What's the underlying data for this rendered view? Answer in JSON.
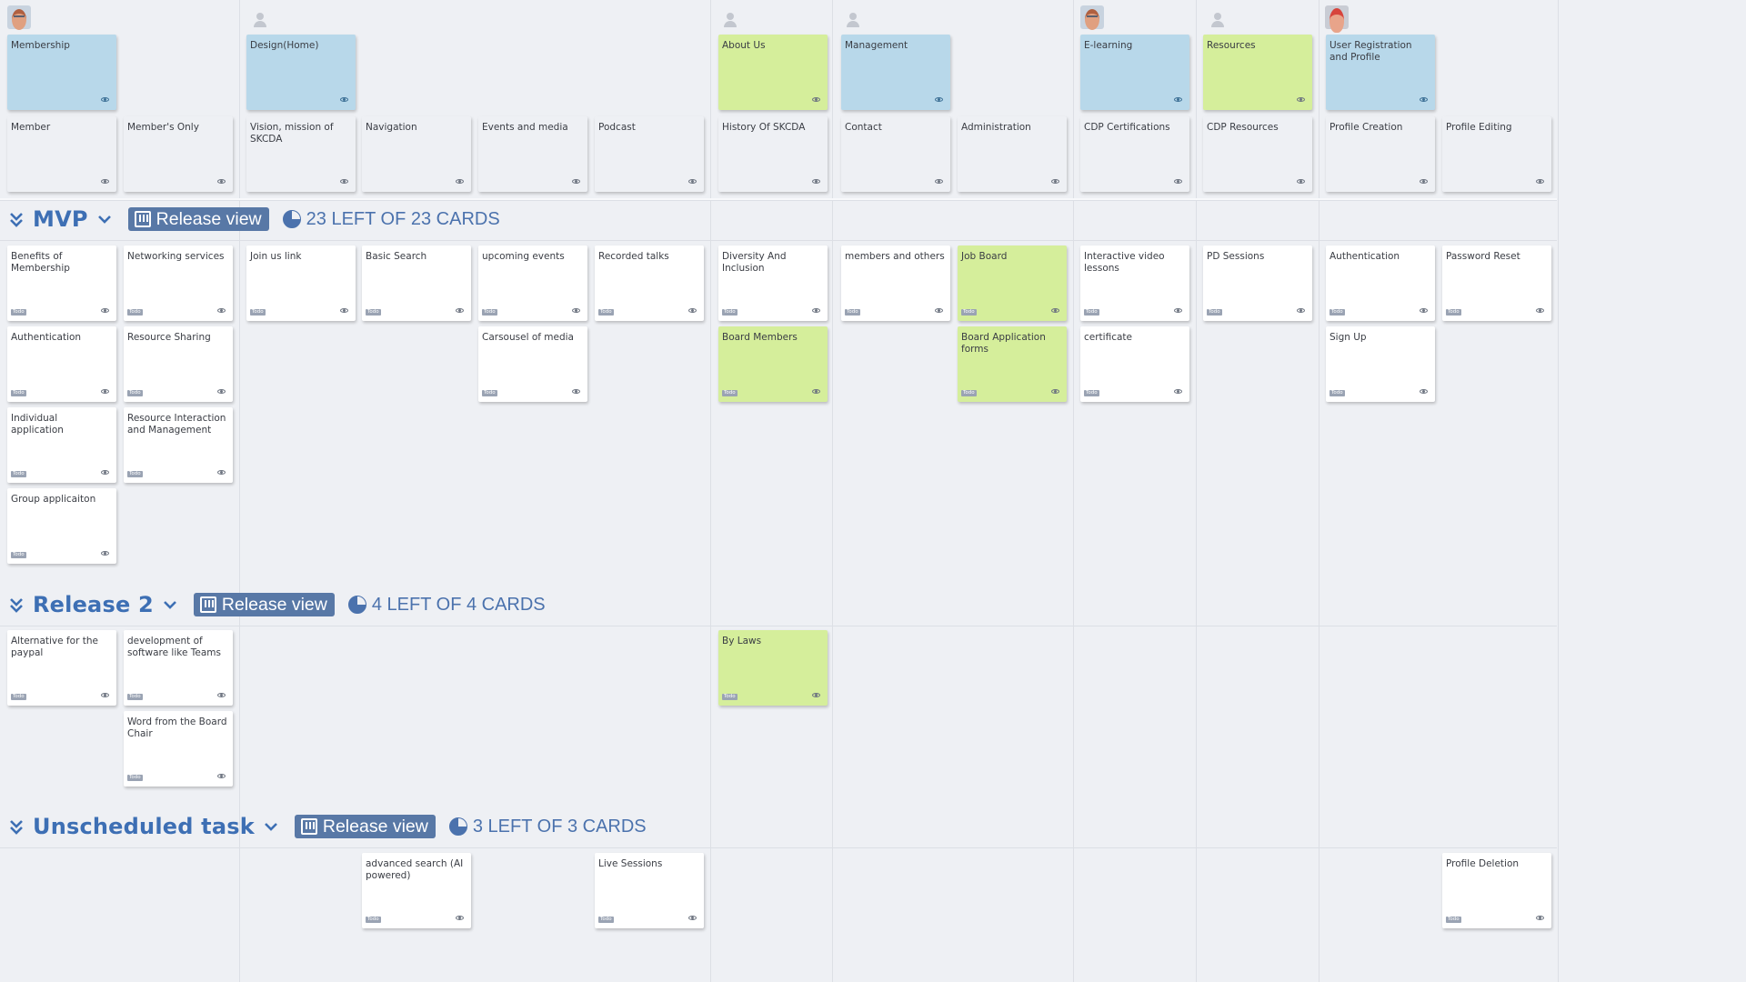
{
  "avatars": [
    {
      "style": "face1"
    },
    {
      "style": "person"
    },
    {
      "style": "person"
    },
    {
      "style": "person"
    },
    {
      "style": "face1"
    },
    {
      "style": "person"
    },
    {
      "style": "face2"
    }
  ],
  "epics": [
    {
      "label": "Membership",
      "color": "blue"
    },
    {
      "label": "Design(Home)",
      "color": "blue"
    },
    {
      "label": "About Us",
      "color": "green"
    },
    {
      "label": "Management",
      "color": "blue"
    },
    {
      "label": "E-learning",
      "color": "blue"
    },
    {
      "label": "Resources",
      "color": "green"
    },
    {
      "label": "User Registration and Profile",
      "color": "blue"
    }
  ],
  "features": [
    {
      "label": "Member"
    },
    {
      "label": "Member's Only"
    },
    {
      "label": "Vision, mission of SKCDA"
    },
    {
      "label": "Navigation"
    },
    {
      "label": "Events and media"
    },
    {
      "label": "Podcast"
    },
    {
      "label": "History Of SKCDA"
    },
    {
      "label": "Contact"
    },
    {
      "label": "Administration"
    },
    {
      "label": "CDP Certifications"
    },
    {
      "label": "CDP Resources"
    },
    {
      "label": "Profile Creation"
    },
    {
      "label": "Profile Editing"
    }
  ],
  "releases": [
    {
      "name": "MVP",
      "button": "Release view",
      "count": "23 LEFT OF 23 CARDS",
      "cards": [
        {
          "label": "Benefits of Membership",
          "color": "white",
          "badge": "Todo"
        },
        {
          "label": "Networking services",
          "color": "white",
          "badge": "Todo"
        },
        {
          "label": "Join us link",
          "color": "white",
          "badge": "Todo"
        },
        {
          "label": "Basic Search",
          "color": "white",
          "badge": "Todo"
        },
        {
          "label": "upcoming events",
          "color": "white",
          "badge": "Todo"
        },
        {
          "label": "Recorded talks",
          "color": "white",
          "badge": "Todo"
        },
        {
          "label": "Diversity And Inclusion",
          "color": "white",
          "badge": "Todo"
        },
        {
          "label": "members and others",
          "color": "white",
          "badge": "Todo"
        },
        {
          "label": "Job Board",
          "color": "green",
          "badge": "Todo"
        },
        {
          "label": "Interactive video lessons",
          "color": "white",
          "badge": "Todo"
        },
        {
          "label": "PD Sessions",
          "color": "white",
          "badge": "Todo"
        },
        {
          "label": "Authentication",
          "color": "white",
          "badge": "Todo"
        },
        {
          "label": "Password Reset",
          "color": "white",
          "badge": "Todo"
        },
        {
          "label": "Authentication",
          "color": "white",
          "badge": "Todo"
        },
        {
          "label": "Resource Sharing",
          "color": "white",
          "badge": "Todo"
        },
        {
          "label": "Carsousel of media",
          "color": "white",
          "badge": "Todo"
        },
        {
          "label": "Board Members",
          "color": "green",
          "badge": "Todo"
        },
        {
          "label": "Board Application forms",
          "color": "green",
          "badge": "Todo"
        },
        {
          "label": "certificate",
          "color": "white",
          "badge": "Todo"
        },
        {
          "label": "Sign Up",
          "color": "white",
          "badge": "Todo"
        },
        {
          "label": "Individual application",
          "color": "white",
          "badge": "Todo"
        },
        {
          "label": "Resource Interaction and Management",
          "color": "white",
          "badge": "Todo"
        },
        {
          "label": "Group applicaiton",
          "color": "white",
          "badge": "Todo"
        }
      ]
    },
    {
      "name": "Release 2",
      "button": "Release view",
      "count": "4 LEFT OF 4 CARDS",
      "cards": [
        {
          "label": "Alternative for the paypal",
          "color": "white",
          "badge": "Todo"
        },
        {
          "label": "development of software like Teams",
          "color": "white",
          "badge": "Todo"
        },
        {
          "label": "By Laws",
          "color": "green",
          "badge": "Todo"
        },
        {
          "label": "Word from the Board Chair",
          "color": "white",
          "badge": "Todo"
        }
      ]
    },
    {
      "name": "Unscheduled task",
      "button": "Release view",
      "count": "3 LEFT OF 3 CARDS",
      "cards": [
        {
          "label": "advanced search (AI powered)",
          "color": "white",
          "badge": "Todo"
        },
        {
          "label": "Live Sessions",
          "color": "white",
          "badge": "Todo"
        },
        {
          "label": "Profile Deletion",
          "color": "white",
          "badge": "Todo"
        }
      ]
    }
  ]
}
